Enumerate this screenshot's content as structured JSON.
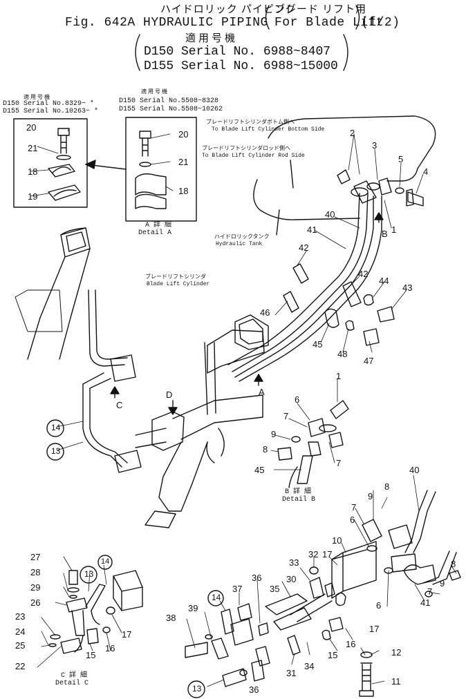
{
  "header": {
    "title_jp": "ハイドロリック パイピング",
    "title_jp_paren": "ブレード リフト用",
    "title_en": "Fig. 642A HYDRAULIC PIPING",
    "title_en_paren": "For Blade Lift",
    "title_page": "(1/2)",
    "applicable_jp": "適用号機",
    "serial_1": "D150 Serial No. 6988~8407",
    "serial_2": "D155 Serial No. 6988~15000"
  },
  "detail_a_left": {
    "heading_jp": "適用号機",
    "serial_1": "D150 Serial No.8329~ *",
    "serial_2": "D155 Serial No.10263~ *"
  },
  "detail_a_right": {
    "heading_jp": "適用号機",
    "serial_1": "D150 Serial No.5508~8328",
    "serial_2": "D155 Serial No.5508~10262"
  },
  "callouts": {
    "bottom_side_jp": "ブレードリフトシリンダボトム側へ",
    "bottom_side_en": "To Blade Lift Cylinder Bottom Side",
    "rod_side_jp": "ブレードリフトシリンダロッド側へ",
    "rod_side_en": "To Blade Lift Cylinder Rod Side",
    "tank_jp": "ハイドロリックタンク",
    "tank_en": "Hydraulic Tank",
    "cylinder_jp": "ブレードリフトシリンダ",
    "cylinder_en": "Blade Lift Cylinder"
  },
  "details": {
    "a_jp": "A 詳 細",
    "a_en": "Detail A",
    "b_jp": "B 詳 細",
    "b_en": "Detail B",
    "c_jp": "C 詳 細",
    "c_en": "Detail C"
  },
  "view_arrows": {
    "a": "A",
    "b": "B",
    "c": "C",
    "d": "D"
  },
  "part_numbers": {
    "p1": "1",
    "p2": "2",
    "p3": "3",
    "p4": "4",
    "p5": "5",
    "p6": "6",
    "p7": "7",
    "p8": "8",
    "p9": "9",
    "p10": "10",
    "p11": "11",
    "p12": "12",
    "p13": "13",
    "p14": "14",
    "p15": "15",
    "p16": "16",
    "p17": "17",
    "p18": "18",
    "p19": "19",
    "p20": "20",
    "p21": "21",
    "p22": "22",
    "p23": "23",
    "p24": "24",
    "p25": "25",
    "p26": "26",
    "p27": "27",
    "p28": "28",
    "p29": "29",
    "p30": "30",
    "p31": "31",
    "p32": "32",
    "p33": "33",
    "p34": "34",
    "p35": "35",
    "p36": "36",
    "p37": "37",
    "p38": "38",
    "p39": "39",
    "p40": "40",
    "p41": "41",
    "p42": "42",
    "p43": "43",
    "p44": "44",
    "p45": "45",
    "p46": "46",
    "p47": "47",
    "p48": "48"
  }
}
